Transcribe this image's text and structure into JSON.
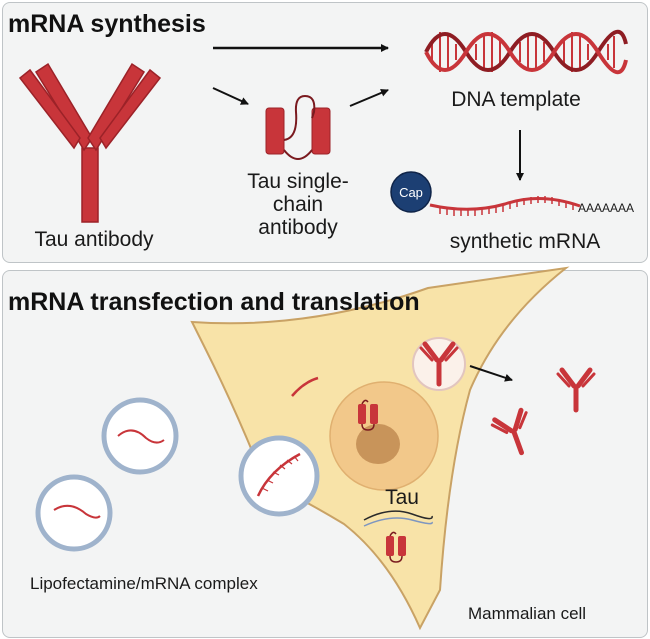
{
  "top_panel": {
    "title": "mRNA synthesis",
    "tau_antibody_label": "Tau antibody",
    "scfv_label_lines": [
      "Tau single-",
      "chain",
      "antibody"
    ],
    "dna_label": "DNA template",
    "cap_label": "Cap",
    "polyA_label": "AAAAAAA",
    "mrna_label": "synthetic mRNA"
  },
  "bottom_panel": {
    "title": "mRNA transfection and translation",
    "tau_label": "Tau",
    "lipo_label": "Lipofectamine/mRNA complex",
    "cell_label": "Mammalian cell"
  },
  "colors": {
    "antibody": "#c8353a",
    "antibody_dark": "#9c2228",
    "cell_fill": "#f8e3a8",
    "cell_stroke": "#c9a265",
    "nucleus": "#f2c88a",
    "nucleolus": "#c8945a",
    "cap": "#1c3f73",
    "liposome": "#9fb3cc"
  }
}
